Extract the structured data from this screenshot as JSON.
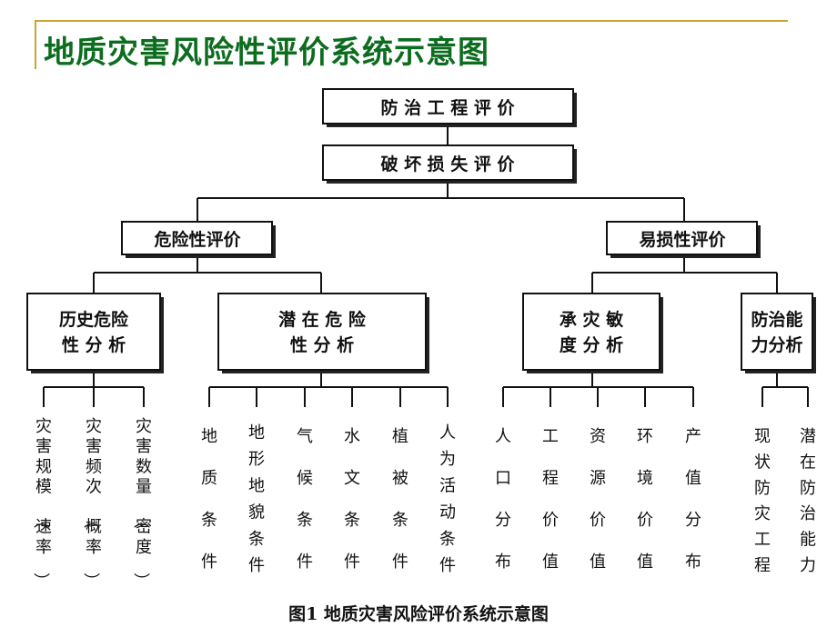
{
  "slide": {
    "title": "地质灾害风险性评价系统示意图"
  },
  "diagram": {
    "top1": "防 治 工 程 评 价",
    "top2": "破 坏 损 失 评 价",
    "left_branch": "危险性评价",
    "right_branch": "易损性评价",
    "sub1": [
      "历史危险",
      "性 分 析"
    ],
    "sub2": [
      "潜 在 危 险",
      "性  分  析"
    ],
    "sub3": [
      "承 灾 敏",
      "度 分 析"
    ],
    "sub4": [
      "防治能",
      "力分析"
    ],
    "leaves1": [
      "灾害规模（速率）",
      "灾害频次（概率）",
      "灾害数量（密度）"
    ],
    "leaves2": [
      "地质条件",
      "地形地貌条件",
      "气候条件",
      "水文条件",
      "植被条件",
      "人为活动条件"
    ],
    "leaves3": [
      "人口分布",
      "工程价值",
      "资源价值",
      "环境价值",
      "产值分布"
    ],
    "leaves4": [
      "现状防灾工程",
      "潜在防治能力"
    ],
    "caption": "图1    地质灾害风险评价系统示意图"
  }
}
